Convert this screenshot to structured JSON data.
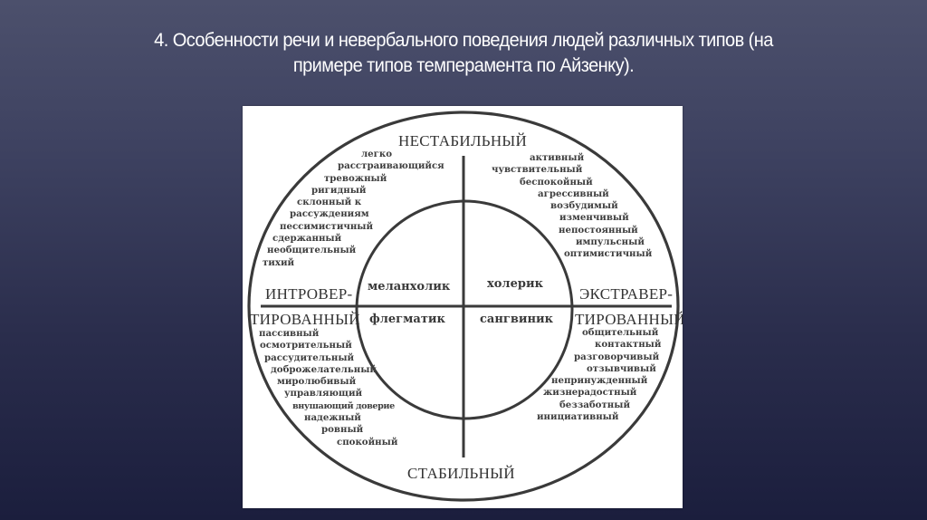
{
  "slide": {
    "title_line1": "4. Особенности речи и невербального поведения людей различных типов (на",
    "title_line2": "примере типов темперамента по Айзенку).",
    "colors": {
      "background_top": "#4c506c",
      "background_bottom": "#1b1e3d",
      "title_text": "#ffffff",
      "figure_background": "#ffffff",
      "figure_ink": "#333333"
    }
  },
  "diagram": {
    "axis_labels": {
      "top": "НЕСТАБИЛЬНЫЙ",
      "bottom": "СТАБИЛЬНЫЙ",
      "left_line1": "ИНТРОВЕР-",
      "left_line2": "ТИРОВАННЫЙ",
      "right_line1": "ЭКСТРАВЕР-",
      "right_line2": "ТИРОВАННЫЙ"
    },
    "temperaments": {
      "top_left": "меланхолик",
      "top_right": "холерик",
      "bottom_left": "флегматик",
      "bottom_right": "сангвиник"
    },
    "traits": {
      "melancholic": [
        "легко",
        "расстраивающийся",
        "тревожный",
        "ригидный",
        "склонный к",
        "рассуждениям",
        "пессимистичный",
        "сдержанный",
        "необщительный",
        "тихий"
      ],
      "choleric": [
        "активный",
        "чувствительный",
        "беспокойный",
        "агрессивный",
        "возбудимый",
        "изменчивый",
        "непостоянный",
        "импульсный",
        "оптимистичный"
      ],
      "phlegmatic": [
        "пассивный",
        "осмотрительный",
        "рассудительный",
        "доброжелательный",
        "миролюбивый",
        "управляющий",
        "внушающий доверие",
        "надежный",
        "ровный",
        "спокойный"
      ],
      "sanguine": [
        "общительный",
        "контактный",
        "разговорчивый",
        "отзывчивый",
        "непринужденный",
        "жизнерадостный",
        "беззаботный",
        "инициативный"
      ]
    }
  }
}
